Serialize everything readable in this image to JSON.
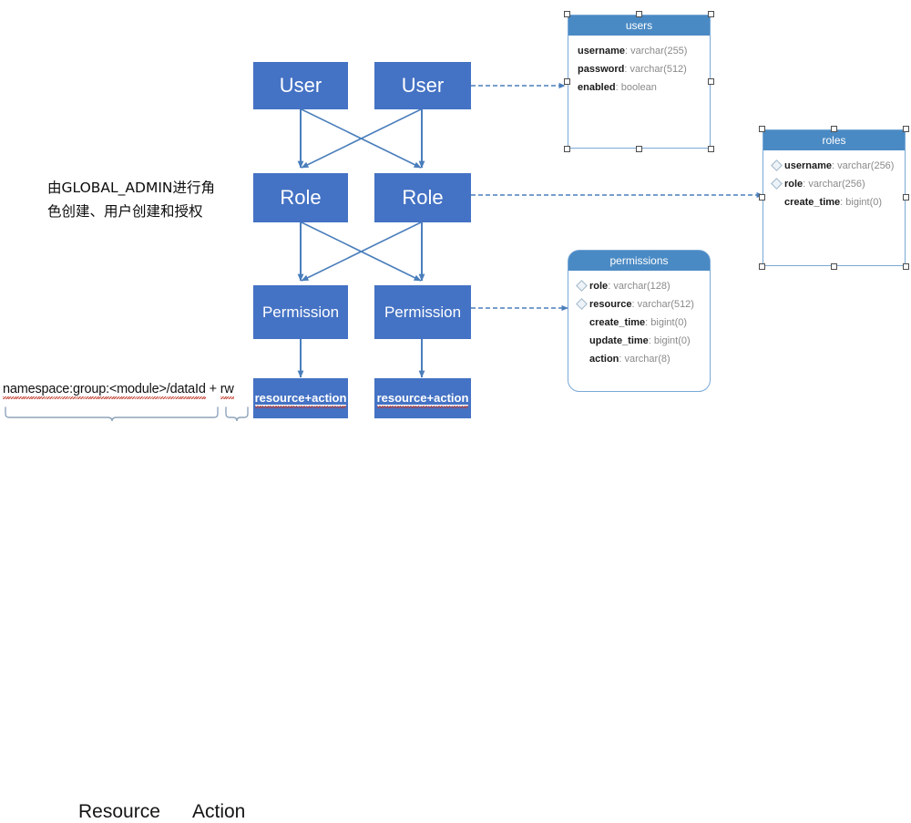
{
  "diagram": {
    "note": {
      "line1": "由GLOBAL_ADMIN进行角",
      "line2": "色创建、用户创建和授权"
    },
    "flow": {
      "user_left": "User",
      "user_right": "User",
      "role_left": "Role",
      "role_right": "Role",
      "permission_left": "Permission",
      "permission_right": "Permission",
      "resource_action_left": "resource+action",
      "resource_action_right": "resource+action"
    },
    "legend": {
      "expression_resource": "namespace:group:<module>/dataId",
      "expression_plus": " + ",
      "expression_action": "rw",
      "resource_label": "Resource",
      "action_label": "Action"
    },
    "colors": {
      "box_blue": "#4472c4",
      "table_header_blue": "#4a8ac4",
      "table_border_blue": "#7aa9d6",
      "connector_blue": "#4a7ebb",
      "squiggle_red": "#c0392b"
    },
    "tables": [
      {
        "name": "users",
        "fields": [
          {
            "key": false,
            "name": "username",
            "type": "varchar(255)"
          },
          {
            "key": false,
            "name": "password",
            "type": "varchar(512)"
          },
          {
            "key": false,
            "name": "enabled",
            "type": "boolean"
          }
        ]
      },
      {
        "name": "roles",
        "fields": [
          {
            "key": true,
            "name": "username",
            "type": "varchar(256)"
          },
          {
            "key": true,
            "name": "role",
            "type": "varchar(256)"
          },
          {
            "key": false,
            "name": "create_time",
            "type": "bigint(0)"
          }
        ]
      },
      {
        "name": "permissions",
        "fields": [
          {
            "key": true,
            "name": "role",
            "type": "varchar(128)"
          },
          {
            "key": true,
            "name": "resource",
            "type": "varchar(512)"
          },
          {
            "key": false,
            "name": "create_time",
            "type": "bigint(0)"
          },
          {
            "key": false,
            "name": "update_time",
            "type": "bigint(0)"
          },
          {
            "key": false,
            "name": "action",
            "type": "varchar(8)"
          }
        ]
      }
    ]
  }
}
